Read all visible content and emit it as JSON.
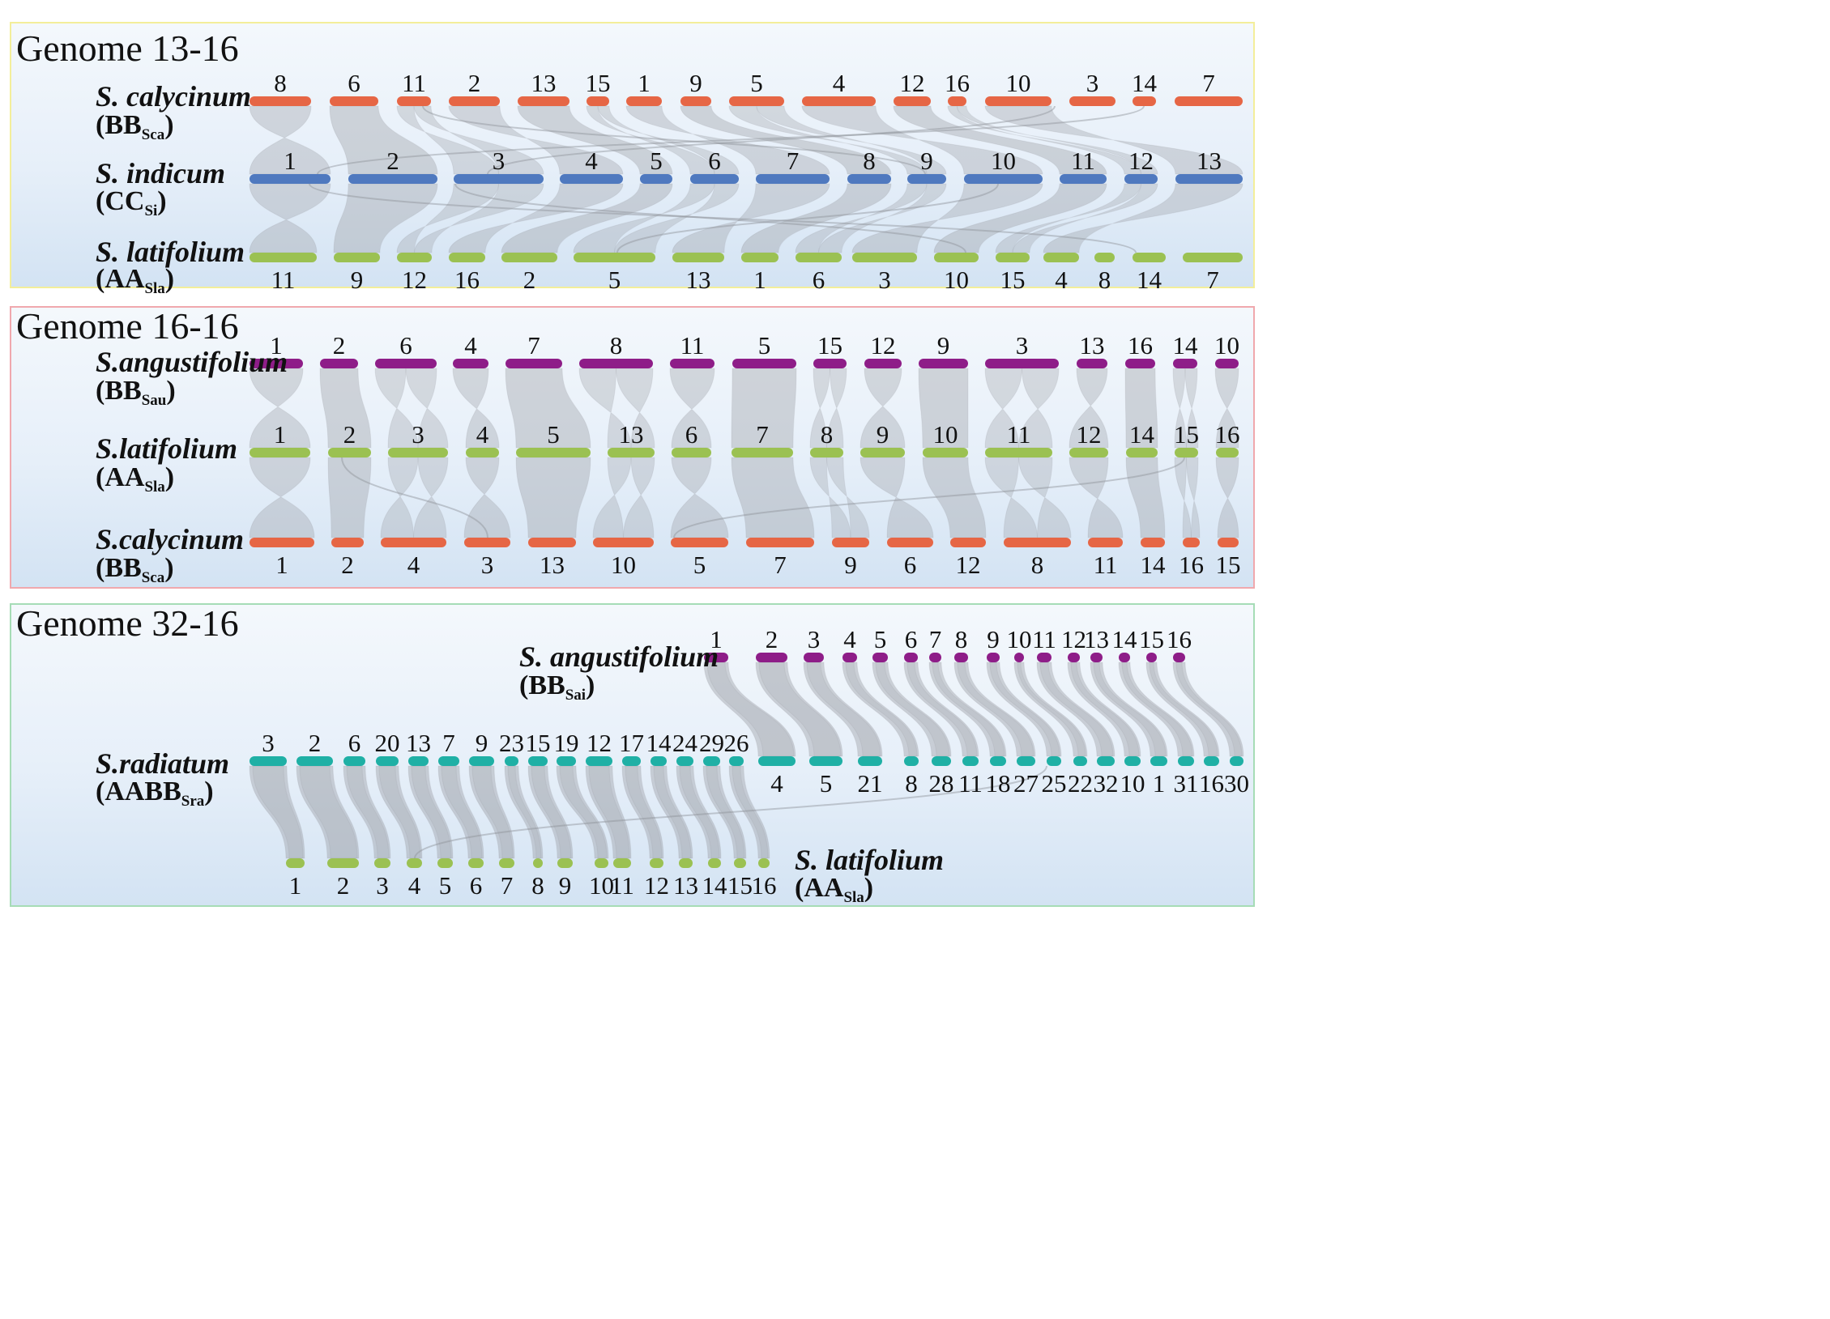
{
  "panels": [
    {
      "id": "p1",
      "title": "Genome 13-16",
      "border": "#f3ee9a",
      "labels": [
        {
          "name": "S. calycinum",
          "genome": "BB",
          "sub": "Sca"
        },
        {
          "name": "S. indicum",
          "genome": "CC",
          "sub": "Si"
        },
        {
          "name": "S. latifolium",
          "genome": "AA",
          "sub": "Sla"
        }
      ],
      "rows": [
        {
          "color": "#e66645",
          "label_pos": "above",
          "chrs": [
            {
              "n": "8",
              "a": 306,
              "b": 382
            },
            {
              "n": "6",
              "a": 405,
              "b": 465
            },
            {
              "n": "11",
              "a": 488,
              "b": 530
            },
            {
              "n": "2",
              "a": 552,
              "b": 615
            },
            {
              "n": "13",
              "a": 637,
              "b": 701
            },
            {
              "n": "15",
              "a": 722,
              "b": 750
            },
            {
              "n": "1",
              "a": 771,
              "b": 815
            },
            {
              "n": "9",
              "a": 838,
              "b": 876
            },
            {
              "n": "5",
              "a": 898,
              "b": 966
            },
            {
              "n": "4",
              "a": 988,
              "b": 1079
            },
            {
              "n": "12",
              "a": 1101,
              "b": 1147
            },
            {
              "n": "16",
              "a": 1168,
              "b": 1191
            },
            {
              "n": "10",
              "a": 1214,
              "b": 1296
            },
            {
              "n": "3",
              "a": 1318,
              "b": 1375
            },
            {
              "n": "14",
              "a": 1396,
              "b": 1425
            },
            {
              "n": "7",
              "a": 1448,
              "b": 1532
            }
          ]
        },
        {
          "color": "#4f79bf",
          "label_pos": "above",
          "chrs": [
            {
              "n": "1",
              "a": 306,
              "b": 406
            },
            {
              "n": "2",
              "a": 428,
              "b": 538
            },
            {
              "n": "3",
              "a": 558,
              "b": 669
            },
            {
              "n": "4",
              "a": 689,
              "b": 767
            },
            {
              "n": "5",
              "a": 788,
              "b": 828
            },
            {
              "n": "6",
              "a": 850,
              "b": 910
            },
            {
              "n": "7",
              "a": 931,
              "b": 1022
            },
            {
              "n": "8",
              "a": 1044,
              "b": 1098
            },
            {
              "n": "9",
              "a": 1118,
              "b": 1166
            },
            {
              "n": "10",
              "a": 1188,
              "b": 1285
            },
            {
              "n": "11",
              "a": 1306,
              "b": 1364
            },
            {
              "n": "12",
              "a": 1386,
              "b": 1427
            },
            {
              "n": "13",
              "a": 1449,
              "b": 1532
            }
          ]
        },
        {
          "color": "#9bc152",
          "label_pos": "below",
          "chrs": [
            {
              "n": "11",
              "a": 306,
              "b": 389
            },
            {
              "n": "9",
              "a": 410,
              "b": 467
            },
            {
              "n": "12",
              "a": 488,
              "b": 531
            },
            {
              "n": "16",
              "a": 552,
              "b": 597
            },
            {
              "n": "2",
              "a": 617,
              "b": 686
            },
            {
              "n": "5",
              "a": 706,
              "b": 807
            },
            {
              "n": "13",
              "a": 828,
              "b": 892
            },
            {
              "n": "1",
              "a": 913,
              "b": 959
            },
            {
              "n": "6",
              "a": 980,
              "b": 1037
            },
            {
              "n": "3",
              "a": 1050,
              "b": 1130
            },
            {
              "n": "10",
              "a": 1151,
              "b": 1206
            },
            {
              "n": "15",
              "a": 1227,
              "b": 1269
            },
            {
              "n": "4",
              "a": 1286,
              "b": 1330
            },
            {
              "n": "8",
              "a": 1349,
              "b": 1374
            },
            {
              "n": "14",
              "a": 1396,
              "b": 1437
            },
            {
              "n": "7",
              "a": 1458,
              "b": 1532
            }
          ]
        }
      ]
    },
    {
      "id": "p2",
      "title": "Genome 16-16",
      "border": "#f0a8ad",
      "labels": [
        {
          "name": "S.angustifolium",
          "genome": "BB",
          "sub": "Sau"
        },
        {
          "name": "S.latifolium",
          "genome": "AA",
          "sub": "Sla"
        },
        {
          "name": "S.calycinum",
          "genome": "BB",
          "sub": "Sca"
        }
      ],
      "rows": [
        {
          "color": "#8e1d88",
          "label_pos": "above",
          "chrs": [
            {
              "n": "1",
              "a": 306,
              "b": 372
            },
            {
              "n": "2",
              "a": 393,
              "b": 440
            },
            {
              "n": "6",
              "a": 461,
              "b": 537
            },
            {
              "n": "4",
              "a": 557,
              "b": 601
            },
            {
              "n": "7",
              "a": 622,
              "b": 692
            },
            {
              "n": "8",
              "a": 713,
              "b": 804
            },
            {
              "n": "11",
              "a": 825,
              "b": 880
            },
            {
              "n": "5",
              "a": 902,
              "b": 981
            },
            {
              "n": "15",
              "a": 1002,
              "b": 1043
            },
            {
              "n": "12",
              "a": 1065,
              "b": 1111
            },
            {
              "n": "9",
              "a": 1132,
              "b": 1193
            },
            {
              "n": "3",
              "a": 1214,
              "b": 1305
            },
            {
              "n": "13",
              "a": 1327,
              "b": 1365
            },
            {
              "n": "16",
              "a": 1387,
              "b": 1424
            },
            {
              "n": "14",
              "a": 1446,
              "b": 1476
            },
            {
              "n": "10",
              "a": 1498,
              "b": 1527
            }
          ]
        },
        {
          "color": "#9bc152",
          "label_pos": "above",
          "chrs": [
            {
              "n": "1",
              "a": 306,
              "b": 381
            },
            {
              "n": "2",
              "a": 403,
              "b": 456
            },
            {
              "n": "3",
              "a": 477,
              "b": 551
            },
            {
              "n": "4",
              "a": 573,
              "b": 614
            },
            {
              "n": "5",
              "a": 635,
              "b": 727
            },
            {
              "n": "13",
              "a": 748,
              "b": 806
            },
            {
              "n": "6",
              "a": 827,
              "b": 876
            },
            {
              "n": "7",
              "a": 901,
              "b": 977
            },
            {
              "n": "8",
              "a": 998,
              "b": 1039
            },
            {
              "n": "9",
              "a": 1060,
              "b": 1115
            },
            {
              "n": "10",
              "a": 1137,
              "b": 1193
            },
            {
              "n": "11",
              "a": 1214,
              "b": 1297
            },
            {
              "n": "12",
              "a": 1318,
              "b": 1366
            },
            {
              "n": "14",
              "a": 1388,
              "b": 1427
            },
            {
              "n": "15",
              "a": 1448,
              "b": 1477
            },
            {
              "n": "16",
              "a": 1499,
              "b": 1527
            }
          ]
        },
        {
          "color": "#e66645",
          "label_pos": "below",
          "chrs": [
            {
              "n": "1",
              "a": 306,
              "b": 386
            },
            {
              "n": "2",
              "a": 407,
              "b": 447
            },
            {
              "n": "4",
              "a": 468,
              "b": 549
            },
            {
              "n": "3",
              "a": 571,
              "b": 628
            },
            {
              "n": "13",
              "a": 650,
              "b": 709
            },
            {
              "n": "10",
              "a": 730,
              "b": 805
            },
            {
              "n": "5",
              "a": 826,
              "b": 897
            },
            {
              "n": "7",
              "a": 919,
              "b": 1003
            },
            {
              "n": "9",
              "a": 1025,
              "b": 1071
            },
            {
              "n": "6",
              "a": 1093,
              "b": 1150
            },
            {
              "n": "12",
              "a": 1171,
              "b": 1215
            },
            {
              "n": "8",
              "a": 1237,
              "b": 1320
            },
            {
              "n": "11",
              "a": 1341,
              "b": 1384
            },
            {
              "n": "14",
              "a": 1406,
              "b": 1436
            },
            {
              "n": "16",
              "a": 1458,
              "b": 1479
            },
            {
              "n": "15",
              "a": 1501,
              "b": 1527
            }
          ]
        }
      ]
    },
    {
      "id": "p3",
      "title": "Genome 32-16",
      "border": "#a6dcb6",
      "labels": [
        {
          "name": "S. angustifolium",
          "genome": "BB",
          "sub": "Sai"
        },
        {
          "name": "S.radiatum",
          "genome": "AABB",
          "sub": "Sra"
        },
        {
          "name": "S. latifolium",
          "genome": "AA",
          "sub": "Sla"
        }
      ],
      "rows": [
        {
          "color": "#8e1d88",
          "label_pos": "above",
          "chrs": [
            {
              "n": "1",
              "a": 867,
              "b": 897
            },
            {
              "n": "2",
              "a": 931,
              "b": 970
            },
            {
              "n": "3",
              "a": 990,
              "b": 1015
            },
            {
              "n": "4",
              "a": 1038,
              "b": 1056
            },
            {
              "n": "5",
              "a": 1075,
              "b": 1094
            },
            {
              "n": "6",
              "a": 1114,
              "b": 1131
            },
            {
              "n": "7",
              "a": 1145,
              "b": 1160
            },
            {
              "n": "8",
              "a": 1176,
              "b": 1193
            },
            {
              "n": "9",
              "a": 1216,
              "b": 1232
            },
            {
              "n": "10",
              "a": 1250,
              "b": 1262
            },
            {
              "n": "11",
              "a": 1278,
              "b": 1296
            },
            {
              "n": "12",
              "a": 1316,
              "b": 1331
            },
            {
              "n": "13",
              "a": 1344,
              "b": 1359
            },
            {
              "n": "14",
              "a": 1379,
              "b": 1393
            },
            {
              "n": "15",
              "a": 1413,
              "b": 1426
            },
            {
              "n": "16",
              "a": 1446,
              "b": 1461
            }
          ]
        },
        {
          "color": "#1fb0a5",
          "label_pos": "mixed",
          "chrs": [
            {
              "n": "3",
              "a": 306,
              "b": 352,
              "pos": "above"
            },
            {
              "n": "2",
              "a": 364,
              "b": 409,
              "pos": "above"
            },
            {
              "n": "6",
              "a": 422,
              "b": 449,
              "pos": "above"
            },
            {
              "n": "20",
              "a": 462,
              "b": 490,
              "pos": "above"
            },
            {
              "n": "13",
              "a": 502,
              "b": 527,
              "pos": "above"
            },
            {
              "n": "7",
              "a": 539,
              "b": 565,
              "pos": "above"
            },
            {
              "n": "9",
              "a": 577,
              "b": 608,
              "pos": "above"
            },
            {
              "n": "23",
              "a": 621,
              "b": 638,
              "pos": "above"
            },
            {
              "n": "15",
              "a": 650,
              "b": 674,
              "pos": "above"
            },
            {
              "n": "19",
              "a": 685,
              "b": 709,
              "pos": "above"
            },
            {
              "n": "12",
              "a": 721,
              "b": 754,
              "pos": "above"
            },
            {
              "n": "17",
              "a": 766,
              "b": 789,
              "pos": "above"
            },
            {
              "n": "14",
              "a": 801,
              "b": 821,
              "pos": "above"
            },
            {
              "n": "24",
              "a": 833,
              "b": 854,
              "pos": "above"
            },
            {
              "n": "29",
              "a": 866,
              "b": 887,
              "pos": "above"
            },
            {
              "n": "26",
              "a": 898,
              "b": 916,
              "pos": "above"
            },
            {
              "n": "4",
              "a": 934,
              "b": 980,
              "pos": "below"
            },
            {
              "n": "5",
              "a": 997,
              "b": 1038,
              "pos": "below"
            },
            {
              "n": "21",
              "a": 1057,
              "b": 1087,
              "pos": "below"
            },
            {
              "n": "8",
              "a": 1114,
              "b": 1132,
              "pos": "below"
            },
            {
              "n": "28",
              "a": 1148,
              "b": 1172,
              "pos": "below"
            },
            {
              "n": "11",
              "a": 1186,
              "b": 1206,
              "pos": "below"
            },
            {
              "n": "18",
              "a": 1220,
              "b": 1240,
              "pos": "below"
            },
            {
              "n": "27",
              "a": 1253,
              "b": 1276,
              "pos": "below"
            },
            {
              "n": "25",
              "a": 1290,
              "b": 1308,
              "pos": "below"
            },
            {
              "n": "22",
              "a": 1323,
              "b": 1340,
              "pos": "below"
            },
            {
              "n": "32",
              "a": 1352,
              "b": 1374,
              "pos": "below"
            },
            {
              "n": "10",
              "a": 1386,
              "b": 1406,
              "pos": "below"
            },
            {
              "n": "1",
              "a": 1418,
              "b": 1439,
              "pos": "below"
            },
            {
              "n": "31",
              "a": 1452,
              "b": 1472,
              "pos": "below"
            },
            {
              "n": "16",
              "a": 1484,
              "b": 1503,
              "pos": "below"
            },
            {
              "n": "30",
              "a": 1516,
              "b": 1533,
              "pos": "below"
            }
          ]
        },
        {
          "color": "#9bc152",
          "label_pos": "below",
          "chrs": [
            {
              "n": "1",
              "a": 351,
              "b": 374
            },
            {
              "n": "2",
              "a": 402,
              "b": 441
            },
            {
              "n": "3",
              "a": 460,
              "b": 480
            },
            {
              "n": "4",
              "a": 500,
              "b": 519
            },
            {
              "n": "5",
              "a": 538,
              "b": 557
            },
            {
              "n": "6",
              "a": 576,
              "b": 595
            },
            {
              "n": "7",
              "a": 614,
              "b": 633
            },
            {
              "n": "8",
              "a": 656,
              "b": 668
            },
            {
              "n": "9",
              "a": 686,
              "b": 705
            },
            {
              "n": "10",
              "a": 732,
              "b": 749
            },
            {
              "n": "11",
              "a": 755,
              "b": 777
            },
            {
              "n": "12",
              "a": 800,
              "b": 817
            },
            {
              "n": "13",
              "a": 836,
              "b": 853
            },
            {
              "n": "14",
              "a": 872,
              "b": 888
            },
            {
              "n": "15",
              "a": 904,
              "b": 919
            },
            {
              "n": "16",
              "a": 934,
              "b": 948
            }
          ]
        }
      ]
    }
  ]
}
